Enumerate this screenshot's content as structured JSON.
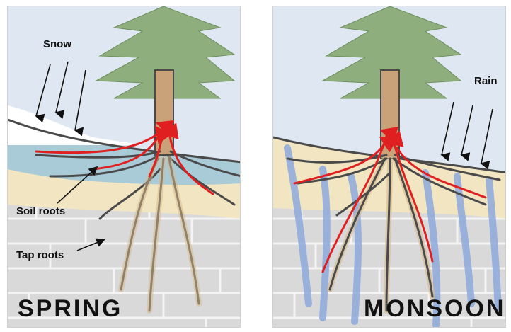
{
  "panels": [
    {
      "id": "spring",
      "season": "SPRING",
      "labels": {
        "snow": "Snow",
        "soil_roots": "Soil roots",
        "tap_roots": "Tap roots"
      }
    },
    {
      "id": "monsoon",
      "season": "MONSOON",
      "labels": {
        "rain": "Rain"
      }
    }
  ],
  "colors": {
    "sky": "#dfe7f2",
    "foliage": "#8fae7e",
    "trunk": "#c9a27a",
    "soil": "#f2e6c2",
    "snow": "#ffffff",
    "wet_soil": "#9cc6dc",
    "rock": "#d9d9d9",
    "roots": "#4a4a4a",
    "water_flow": "#e02020",
    "monsoon_water": "#8fa9dc"
  }
}
